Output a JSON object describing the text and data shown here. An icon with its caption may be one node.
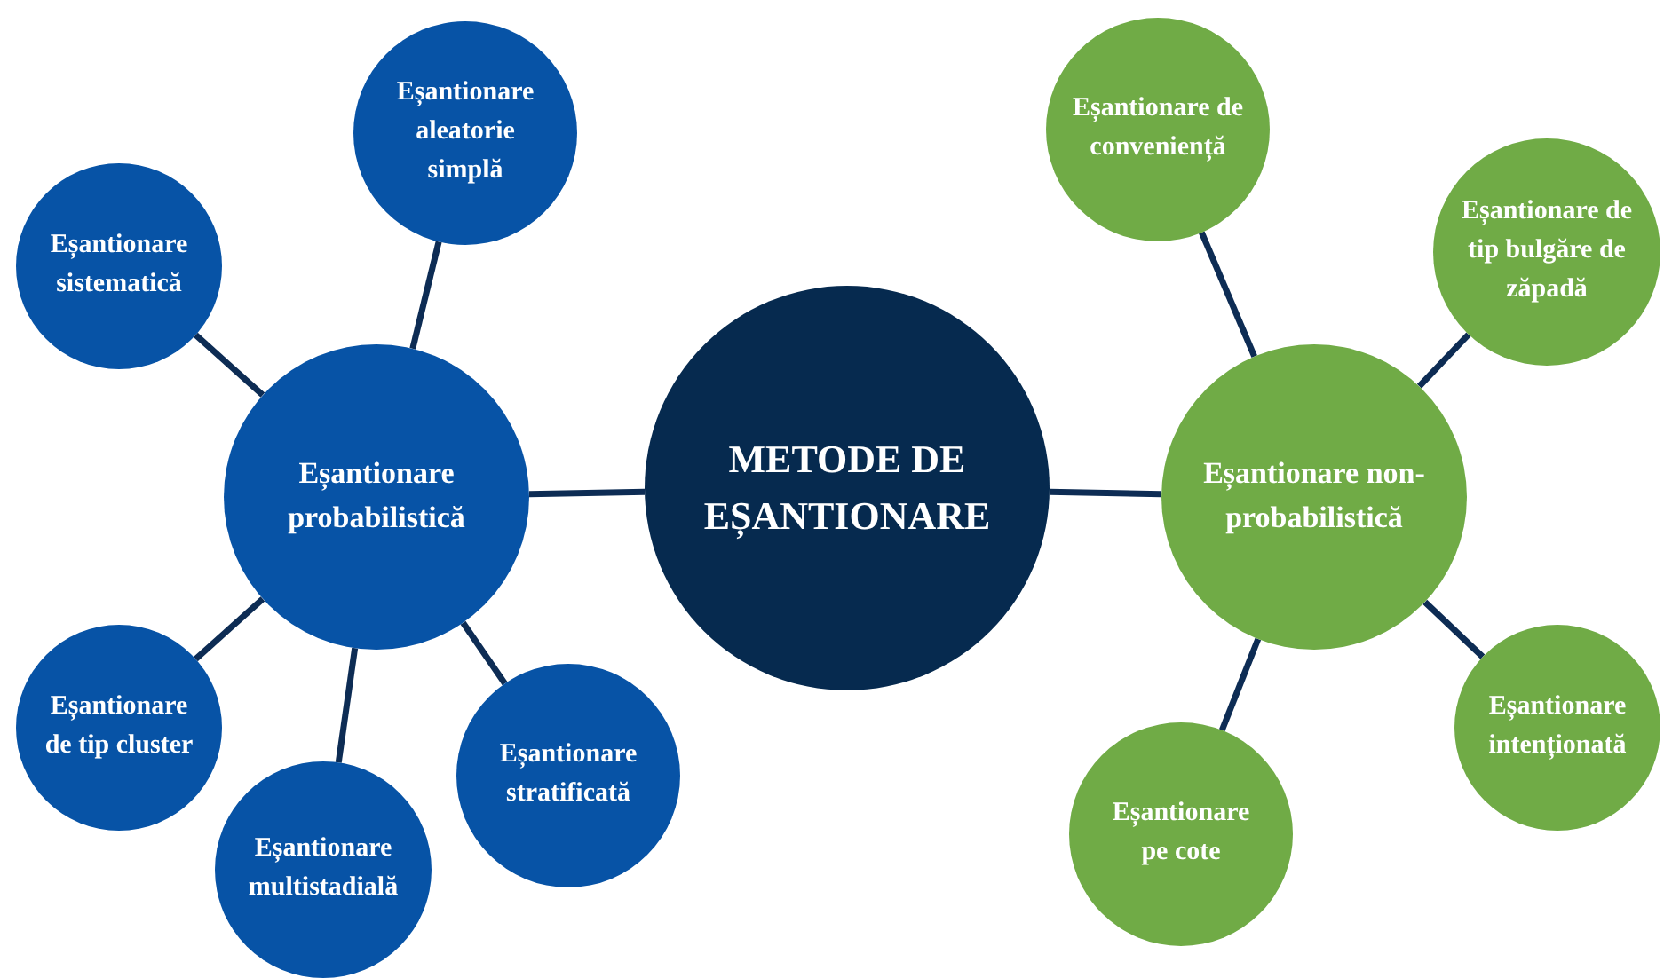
{
  "diagram": {
    "nodes": [
      {
        "text": [
          "METODE DE EȘANTIONARE"
        ]
      },
      {
        "text": [
          "Eșantionare probabilistică"
        ]
      },
      {
        "text": [
          "Eșantionare aleatorie simplă"
        ]
      },
      {
        "text": [
          "Eșantionare sistematică"
        ]
      },
      {
        "text": [
          "Eșantionare de tip cluster"
        ]
      },
      {
        "text": [
          "Eșantionare multistadială"
        ]
      },
      {
        "text": [
          "Eșantionare stratificată"
        ]
      },
      {
        "text": [
          "Eșantionare non-probabilistică"
        ]
      },
      {
        "text": [
          "Eșantionare de conveniență"
        ]
      },
      {
        "text": [
          "Eșantionare de tip bulgăre de zăpadă"
        ]
      },
      {
        "text": [
          "Eșantionare intenționată"
        ]
      },
      {
        "text": [
          "Eșantionare pe cote"
        ]
      }
    ],
    "edges": [
      {
        "from": 0,
        "to": 1,
        "arrow": "none"
      },
      {
        "from": 1,
        "to": 2,
        "arrow": "none"
      },
      {
        "from": 1,
        "to": 3,
        "arrow": "none"
      },
      {
        "from": 1,
        "to": 4,
        "arrow": "none"
      },
      {
        "from": 1,
        "to": 5,
        "arrow": "none"
      },
      {
        "from": 1,
        "to": 6,
        "arrow": "none"
      },
      {
        "from": 0,
        "to": 7,
        "arrow": "none"
      },
      {
        "from": 7,
        "to": 8,
        "arrow": "none"
      },
      {
        "from": 7,
        "to": 9,
        "arrow": "none"
      },
      {
        "from": 7,
        "to": 10,
        "arrow": "none"
      },
      {
        "from": 7,
        "to": 11,
        "arrow": "none"
      }
    ]
  }
}
